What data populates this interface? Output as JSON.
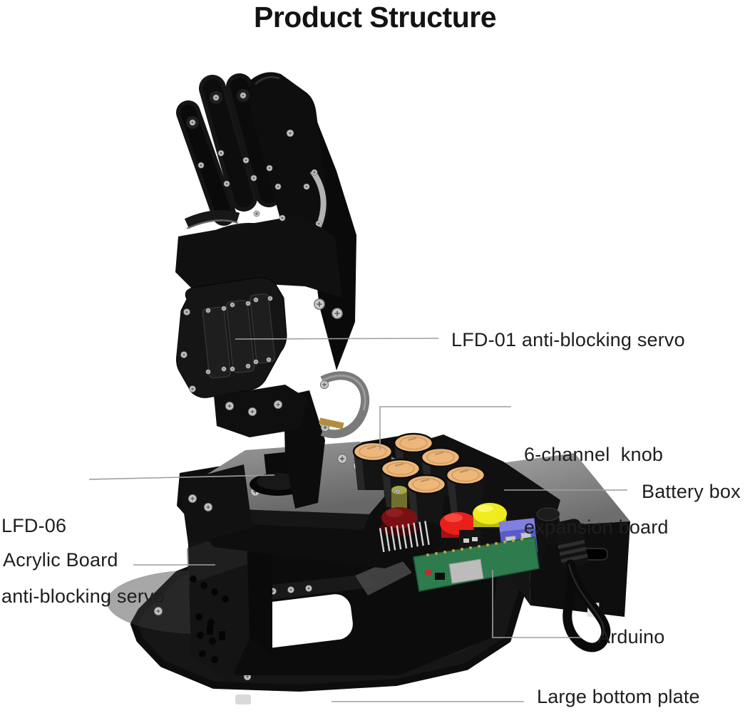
{
  "title": "Product Structure",
  "labels": {
    "lfd01": {
      "text": "LFD-01 anti-blocking servo"
    },
    "expansion": {
      "line1": "6-channel  knob",
      "line2": "expansion board"
    },
    "battery": {
      "text": "Battery box"
    },
    "lfd06": {
      "line1": "LFD-06",
      "line2": "anti-blocking servo"
    },
    "acrylic": {
      "text": "Acrylic Board"
    },
    "arduino": {
      "text": "Arduino"
    },
    "bottom_plate": {
      "text": "Large bottom plate"
    }
  },
  "colors": {
    "title_text": "#131313",
    "label_text": "#1e1e1e",
    "leader_line": "#9f9f9f",
    "knob_top_tan": "#edb67b",
    "button_red": "#e82019",
    "button_dark_red": "#7a1013",
    "button_yellow": "#eeec1e",
    "terminal_blue": "#5a5ac8",
    "pcb_green": "#2e7b4d",
    "brass_gold": "#b28d3e",
    "body_black": "#141414",
    "platform_gray": "#8f8f8f"
  }
}
